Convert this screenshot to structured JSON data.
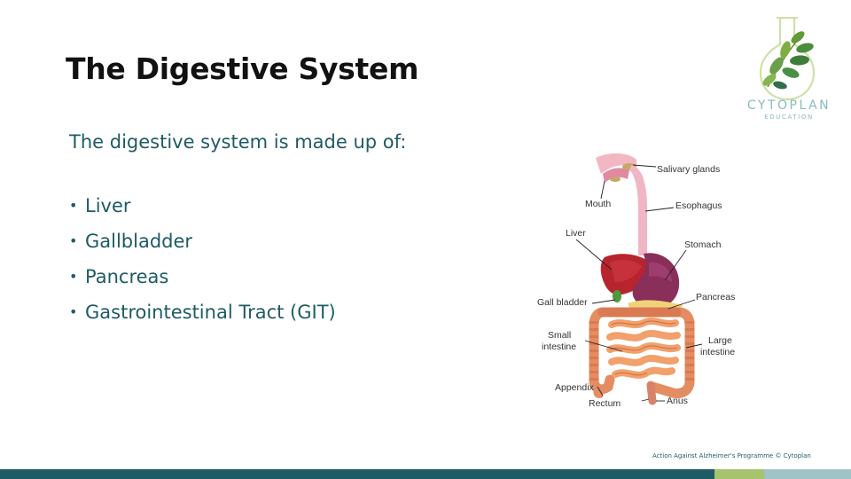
{
  "slide": {
    "title": "The Digestive System",
    "intro": "The digestive system is made up of:",
    "bullets": [
      "Liver",
      "Gallbladder",
      "Pancreas",
      "Gastrointestinal Tract (GIT)"
    ],
    "bullet_glyph": "•"
  },
  "logo": {
    "name": "CYTOPLAN",
    "subtitle": "EDUCATION",
    "icon": "leaf-flask-icon"
  },
  "diagram": {
    "labels": {
      "salivary_glands": "Salivary glands",
      "mouth": "Mouth",
      "esophagus": "Esophagus",
      "liver": "Liver",
      "stomach": "Stomach",
      "pancreas": "Pancreas",
      "gall_bladder": "Gall bladder",
      "small_intestine_1": "Small",
      "small_intestine_2": "intestine",
      "large_intestine_1": "Large",
      "large_intestine_2": "intestine",
      "appendix": "Appendix",
      "rectum": "Rectum",
      "anus": "Anus"
    }
  },
  "footer": {
    "text": "Action Against Alzheimer's Programme  © Cytoplan"
  },
  "colors": {
    "title": "#111111",
    "body_text": "#1f5b64",
    "bar_dark": "#1f5b64",
    "bar_mid": "#a6c36f",
    "bar_light": "#9fc3c6"
  }
}
